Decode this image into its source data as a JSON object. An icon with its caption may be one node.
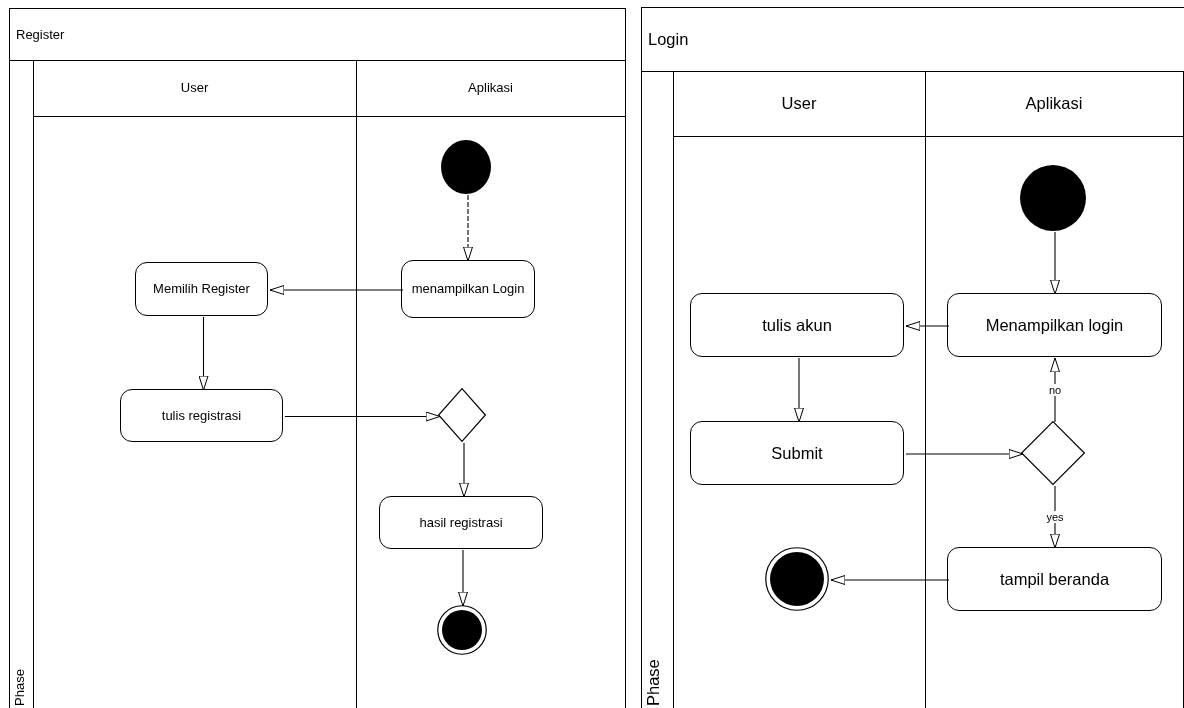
{
  "diagram": {
    "nodes": [
      {
        "text": [
          "Register"
        ]
      },
      {
        "text": [
          "Phase"
        ],
        "in": 0
      },
      {
        "text": [
          "User"
        ],
        "in": 0
      },
      {
        "text": [
          "Aplikasi"
        ],
        "in": 0
      },
      {
        "text": [],
        "shape": "circle",
        "in": 3
      },
      {
        "text": [
          "menampilkan Login"
        ],
        "in": 3
      },
      {
        "text": [
          "Memilih Register"
        ],
        "in": 2
      },
      {
        "text": [
          "tulis registrasi"
        ],
        "in": 2
      },
      {
        "text": [],
        "shape": "diamond",
        "in": 3
      },
      {
        "text": [
          "hasil registrasi"
        ],
        "in": 3
      },
      {
        "text": [],
        "shape": "bullseye",
        "in": 3
      },
      {
        "text": [
          "Login"
        ]
      },
      {
        "text": [
          "Phase"
        ],
        "in": 11
      },
      {
        "text": [
          "User"
        ],
        "in": 11
      },
      {
        "text": [
          "Aplikasi"
        ],
        "in": 11
      },
      {
        "text": [],
        "shape": "circle",
        "in": 14
      },
      {
        "text": [
          "Menampilkan login"
        ],
        "in": 14
      },
      {
        "text": [
          "tulis akun"
        ],
        "in": 13
      },
      {
        "text": [
          "Submit"
        ],
        "in": 13
      },
      {
        "text": [],
        "shape": "diamond",
        "in": 14
      },
      {
        "text": [
          "tampil beranda"
        ],
        "in": 14
      },
      {
        "text": [],
        "shape": "bullseye",
        "in": 13
      }
    ],
    "edges": [
      {
        "from": 4,
        "to": 5,
        "arrow": "to",
        "style": "dashed"
      },
      {
        "from": 5,
        "to": 6,
        "arrow": "to"
      },
      {
        "from": 6,
        "to": 7,
        "arrow": "to"
      },
      {
        "from": 7,
        "to": 8,
        "arrow": "to"
      },
      {
        "from": 8,
        "to": 9,
        "arrow": "to"
      },
      {
        "from": 9,
        "to": 10,
        "arrow": "to"
      },
      {
        "from": 15,
        "to": 16,
        "arrow": "to"
      },
      {
        "from": 16,
        "to": 17,
        "arrow": "to"
      },
      {
        "from": 17,
        "to": 18,
        "arrow": "to"
      },
      {
        "from": 18,
        "to": 19,
        "arrow": "to"
      },
      {
        "from": 19,
        "to": 16,
        "arrow": "to",
        "label": "no"
      },
      {
        "from": 19,
        "to": 20,
        "arrow": "to",
        "label": "yes"
      },
      {
        "from": 20,
        "to": 21,
        "arrow": "to"
      }
    ]
  }
}
